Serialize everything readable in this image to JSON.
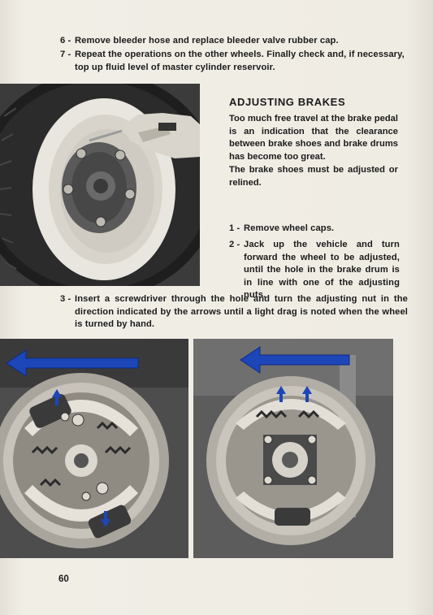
{
  "steps_top": [
    {
      "number": "6 -",
      "text": "Remove bleeder hose and replace bleeder valve rubber cap."
    },
    {
      "number": "7 -",
      "text": "Repeat the operations on the other wheels. Finally check and, if necessary, top up fluid level of master cylinder reservoir."
    }
  ],
  "section": {
    "heading": "ADJUSTING BRAKES",
    "paragraphs": [
      "Too much free travel at the brake pedal is an indication that the clearance between brake shoes and brake drums has become too great.",
      "The brake shoes must be adjusted or relined."
    ]
  },
  "steps_side": [
    {
      "number": "1 -",
      "text": "Remove wheel caps."
    },
    {
      "number": "2 -",
      "text": "Jack up the vehicle and turn forward the wheel to be adjusted, until the hole in the brake drum is in line with one of the adjusting nuts."
    }
  ],
  "step3": {
    "number": "3 -",
    "text": "Insert a screwdriver through the hole and turn the adjusting nut in the direction indicated by the arrows until a light drag is noted when the wheel is turned by hand."
  },
  "page_number": "60",
  "colors": {
    "arrow_blue": "#1d46b8",
    "paper": "#ece8df",
    "text": "#1b1b1b"
  }
}
